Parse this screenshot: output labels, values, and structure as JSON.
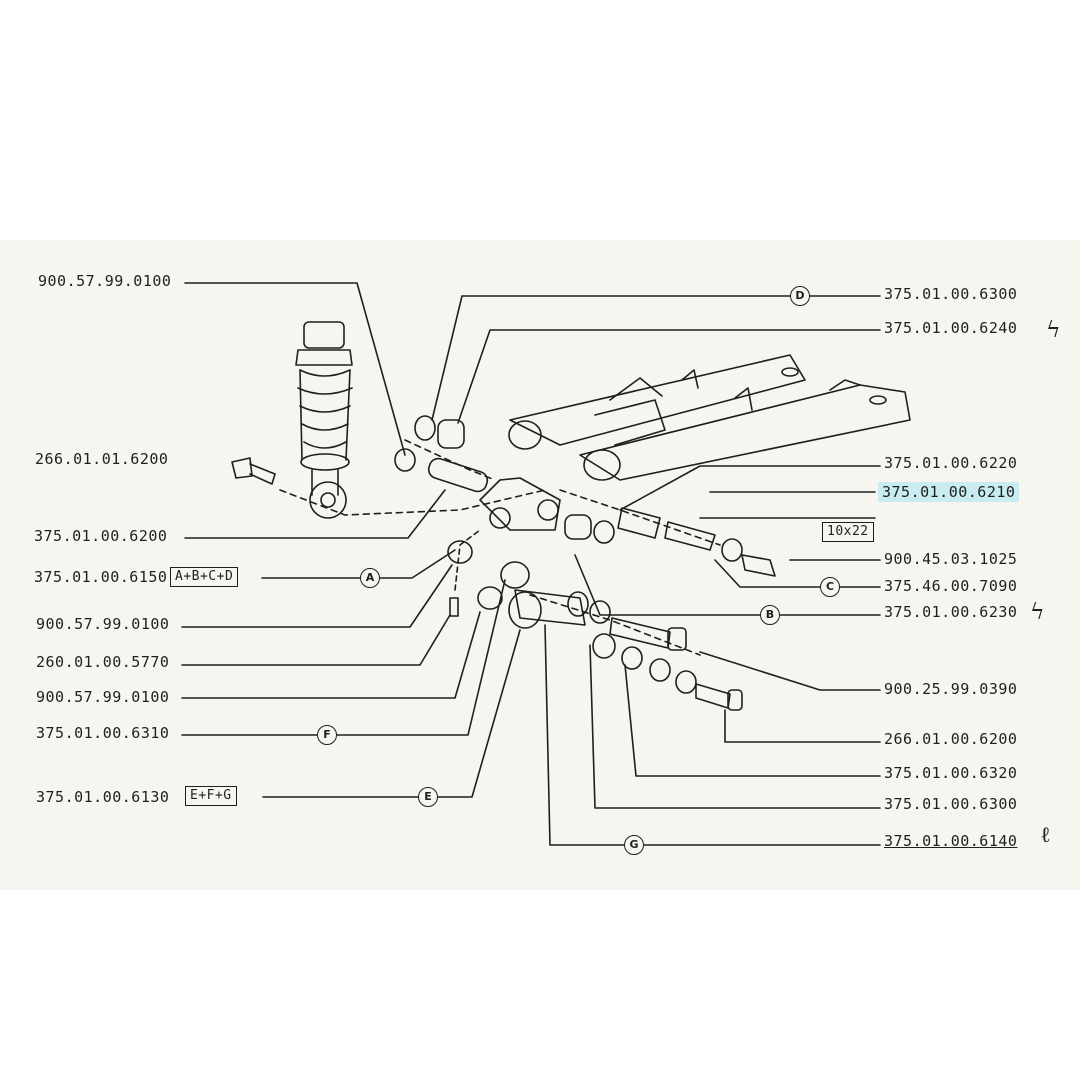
{
  "parts": {
    "left": [
      {
        "id": "l1",
        "code": "900.57.99.0100"
      },
      {
        "id": "l2",
        "code": "266.01.01.6200"
      },
      {
        "id": "l3",
        "code": "375.01.00.6200"
      },
      {
        "id": "l4",
        "code": "375.01.00.6150",
        "note": "A+B+C+D"
      },
      {
        "id": "l5",
        "code": "900.57.99.0100"
      },
      {
        "id": "l6",
        "code": "260.01.00.5770"
      },
      {
        "id": "l7",
        "code": "900.57.99.0100"
      },
      {
        "id": "l8",
        "code": "375.01.00.6310"
      },
      {
        "id": "l9",
        "code": "375.01.00.6130",
        "note": "E+F+G"
      }
    ],
    "right": [
      {
        "id": "r1",
        "code": "375.01.00.6300"
      },
      {
        "id": "r2",
        "code": "375.01.00.6240"
      },
      {
        "id": "r3",
        "code": "375.01.00.6220"
      },
      {
        "id": "r4",
        "code": "375.01.00.6210",
        "highlighted": true
      },
      {
        "id": "r5",
        "code": "900.45.03.1025",
        "size": "10x22"
      },
      {
        "id": "r6",
        "code": "375.46.00.7090"
      },
      {
        "id": "r7",
        "code": "375.01.00.6230"
      },
      {
        "id": "r8",
        "code": "900.25.99.0390"
      },
      {
        "id": "r9",
        "code": "266.01.00.6200"
      },
      {
        "id": "r10",
        "code": "375.01.00.6320"
      },
      {
        "id": "r11",
        "code": "375.01.00.6300"
      },
      {
        "id": "r12",
        "code": "375.01.00.6140"
      }
    ]
  },
  "callouts": [
    "D",
    "A",
    "C",
    "B",
    "F",
    "E",
    "G"
  ],
  "colors": {
    "highlight": "#c8ecf2",
    "ink": "#1f1f1f",
    "paper": "#f7f5f0"
  }
}
